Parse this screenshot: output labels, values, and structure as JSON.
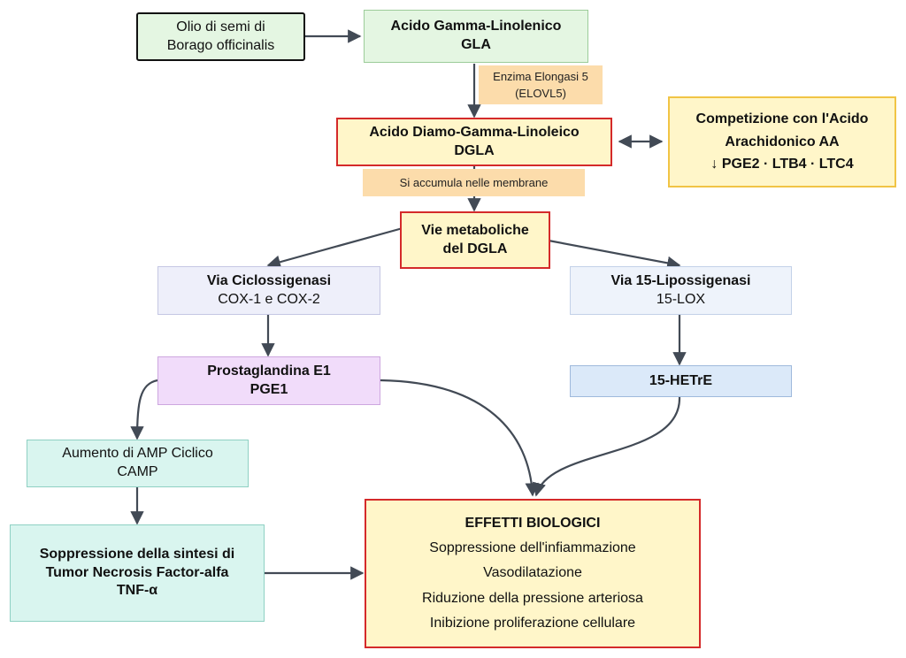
{
  "nodes": {
    "borage": {
      "line1": "Olio di semi di",
      "line2": "Borago officinalis"
    },
    "gla": {
      "line1": "Acido Gamma-Linolenico",
      "line2": "GLA"
    },
    "elongase": {
      "line1": "Enzima Elongasi 5",
      "line2": "(ELOVL5)"
    },
    "dgla": {
      "line1": "Acido Diamo-Gamma-Linoleico",
      "line2": "DGLA"
    },
    "competition": {
      "line1": "Competizione con l'Acido",
      "line2": "Arachidonico AA",
      "line3": "↓ PGE2 · LTB4 · LTC4"
    },
    "accumulate": {
      "text": "Si accumula nelle membrane"
    },
    "pathways": {
      "line1": "Vie metaboliche",
      "line2": "del DGLA"
    },
    "cox": {
      "line1": "Via Ciclossigenasi",
      "line2": "COX-1 e COX-2"
    },
    "lox": {
      "line1": "Via 15-Lipossigenasi",
      "line2": "15-LOX"
    },
    "pge1": {
      "line1": "Prostaglandina E1",
      "line2": "PGE1"
    },
    "hetre": {
      "text": "15-HETrE"
    },
    "camp": {
      "line1": "Aumento di AMP Ciclico",
      "line2": "CAMP"
    },
    "tnf": {
      "line1": "Soppressione della sintesi di",
      "line2": "Tumor Necrosis Factor-alfa",
      "line3": "TNF-α"
    },
    "effects": {
      "title": "EFFETTI BIOLOGICI",
      "items": [
        "Soppressione dell'infiammazione",
        "Vasodilatazione",
        "Riduzione della pressione arteriosa",
        "Inibizione proliferazione cellulare"
      ]
    }
  },
  "colors": {
    "green": "#e4f6e2",
    "orange": "#fcdcab",
    "yellow": "#fff6c9",
    "lavender": "#eeeffa",
    "pink": "#f1dcfa",
    "blue": "#dbe9f9",
    "teal": "#d9f5ef",
    "red_border": "#d42a2a",
    "gold_border": "#f1c445",
    "arrow": "#424a55"
  }
}
